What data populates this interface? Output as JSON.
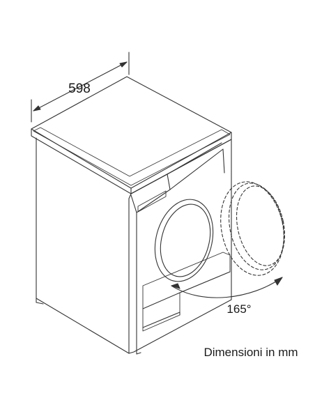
{
  "dimensions": {
    "width": "598",
    "door_angle": "165°"
  },
  "caption": "Dimensioni in mm",
  "colors": {
    "line": "#333333",
    "text": "#1a1a1a",
    "background": "#ffffff"
  }
}
